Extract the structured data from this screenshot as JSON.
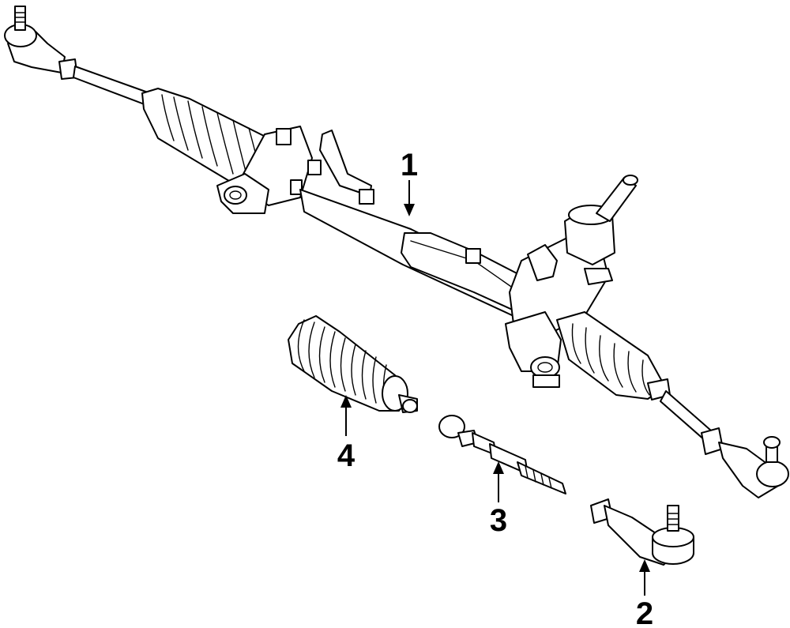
{
  "callouts": [
    {
      "id": "1",
      "label": "1",
      "part": "steering-gear-assembly"
    },
    {
      "id": "2",
      "label": "2",
      "part": "outer-tie-rod-end"
    },
    {
      "id": "3",
      "label": "3",
      "part": "inner-tie-rod"
    },
    {
      "id": "4",
      "label": "4",
      "part": "rack-boot"
    }
  ],
  "colors": {
    "line": "#000000",
    "background": "#ffffff"
  }
}
